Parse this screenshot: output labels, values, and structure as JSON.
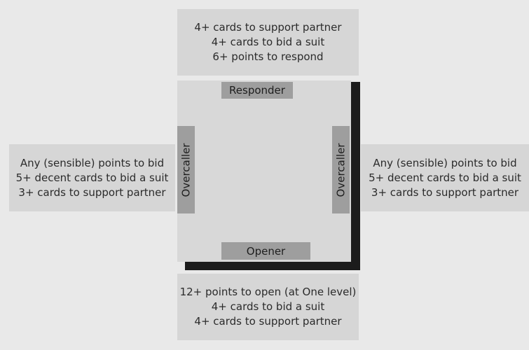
{
  "responder_box": {
    "lines": [
      "4+ cards to support partner",
      "4+ cards to bid a suit",
      "6+ points to respond"
    ]
  },
  "left_box": {
    "lines": [
      "Any (sensible) points to bid",
      "5+ decent cards to bid a suit",
      "3+ cards to support partner"
    ]
  },
  "right_box": {
    "lines": [
      "Any (sensible) points to bid",
      "5+ decent cards to bid a suit",
      "3+ cards to support partner"
    ]
  },
  "opener_box": {
    "lines": [
      "12+ points to open (at One level)",
      "4+ cards to bid a suit",
      "4+ cards to support partner"
    ]
  },
  "seats": {
    "top": "Responder",
    "bottom": "Opener",
    "left": "Overcaller",
    "right": "Overcaller"
  }
}
